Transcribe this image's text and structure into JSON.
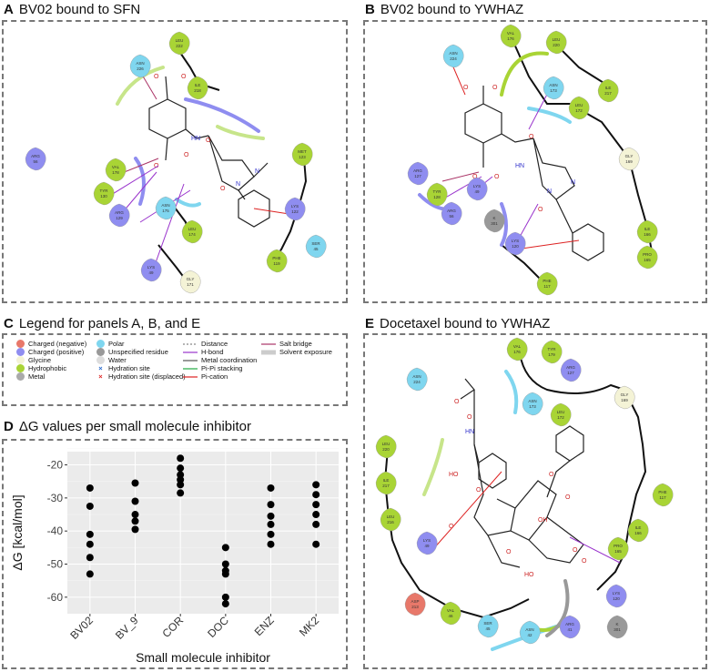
{
  "panels": {
    "A": {
      "letter": "A",
      "title": "BV02 bound to SFN"
    },
    "B": {
      "letter": "B",
      "title": "BV02 bound to YWHAZ"
    },
    "C": {
      "letter": "C",
      "title": "Legend for panels A, B, and E"
    },
    "D": {
      "letter": "D",
      "title": "ΔG values per small molecule inhibitor"
    },
    "E": {
      "letter": "E",
      "title": "Docetaxel bound to YWHAZ"
    }
  },
  "residue_colors": {
    "negative": "#e8786a",
    "positive": "#8f8df0",
    "hydrophobic": "#a9d435",
    "polar": "#7fd6ef",
    "glycine": "#f4f3d6",
    "unspecified": "#999999"
  },
  "residues": {
    "A": [
      {
        "name": "LEU",
        "num": "222",
        "type": "hydrophobic"
      },
      {
        "name": "ASN",
        "num": "226",
        "type": "polar"
      },
      {
        "name": "ILE",
        "num": "218",
        "type": "hydrophobic"
      },
      {
        "name": "ARG",
        "num": "56",
        "type": "positive"
      },
      {
        "name": "VAL",
        "num": "178",
        "type": "hydrophobic"
      },
      {
        "name": "TYR",
        "num": "130",
        "type": "hydrophobic"
      },
      {
        "name": "ARG",
        "num": "129",
        "type": "positive"
      },
      {
        "name": "ASN",
        "num": "175",
        "type": "polar"
      },
      {
        "name": "LEU",
        "num": "174",
        "type": "hydrophobic"
      },
      {
        "name": "MET",
        "num": "123",
        "type": "hydrophobic"
      },
      {
        "name": "LYS",
        "num": "122",
        "type": "positive"
      },
      {
        "name": "SER",
        "num": "45",
        "type": "polar"
      },
      {
        "name": "PHE",
        "num": "119",
        "type": "hydrophobic"
      },
      {
        "name": "LYS",
        "num": "49",
        "type": "positive"
      },
      {
        "name": "GLY",
        "num": "171",
        "type": "glycine"
      }
    ],
    "B": [
      {
        "name": "VAL",
        "num": "176",
        "type": "hydrophobic"
      },
      {
        "name": "LEU",
        "num": "220",
        "type": "hydrophobic"
      },
      {
        "name": "ASN",
        "num": "224",
        "type": "polar"
      },
      {
        "name": "ASN",
        "num": "173",
        "type": "polar"
      },
      {
        "name": "LEU",
        "num": "172",
        "type": "hydrophobic"
      },
      {
        "name": "ILE",
        "num": "217",
        "type": "hydrophobic"
      },
      {
        "name": "GLY",
        "num": "169",
        "type": "glycine"
      },
      {
        "name": "ARG",
        "num": "127",
        "type": "positive"
      },
      {
        "name": "TYR",
        "num": "128",
        "type": "hydrophobic"
      },
      {
        "name": "LYS",
        "num": "49",
        "type": "positive"
      },
      {
        "name": "ARG",
        "num": "56",
        "type": "positive"
      },
      {
        "name": "K",
        "num": "301",
        "type": "unspecified"
      },
      {
        "name": "LYS",
        "num": "120",
        "type": "positive"
      },
      {
        "name": "ILE",
        "num": "166",
        "type": "hydrophobic"
      },
      {
        "name": "PRO",
        "num": "165",
        "type": "hydrophobic"
      },
      {
        "name": "PHE",
        "num": "117",
        "type": "hydrophobic"
      }
    ],
    "E": [
      {
        "name": "VAL",
        "num": "176",
        "type": "hydrophobic"
      },
      {
        "name": "TYR",
        "num": "179",
        "type": "hydrophobic"
      },
      {
        "name": "ARG",
        "num": "127",
        "type": "positive"
      },
      {
        "name": "ASN",
        "num": "224",
        "type": "polar"
      },
      {
        "name": "ASN",
        "num": "173",
        "type": "polar"
      },
      {
        "name": "LEU",
        "num": "172",
        "type": "hydrophobic"
      },
      {
        "name": "GLY",
        "num": "169",
        "type": "glycine"
      },
      {
        "name": "LEU",
        "num": "220",
        "type": "hydrophobic"
      },
      {
        "name": "ILE",
        "num": "217",
        "type": "hydrophobic"
      },
      {
        "name": "LEU",
        "num": "216",
        "type": "hydrophobic"
      },
      {
        "name": "PHE",
        "num": "117",
        "type": "hydrophobic"
      },
      {
        "name": "ILE",
        "num": "166",
        "type": "hydrophobic"
      },
      {
        "name": "PRO",
        "num": "165",
        "type": "hydrophobic"
      },
      {
        "name": "LYS",
        "num": "49",
        "type": "positive"
      },
      {
        "name": "LYS",
        "num": "120",
        "type": "positive"
      },
      {
        "name": "ASP",
        "num": "213",
        "type": "negative"
      },
      {
        "name": "VAL",
        "num": "46",
        "type": "hydrophobic"
      },
      {
        "name": "SER",
        "num": "45",
        "type": "polar"
      },
      {
        "name": "ASN",
        "num": "42",
        "type": "polar"
      },
      {
        "name": "ARG",
        "num": "41",
        "type": "positive"
      },
      {
        "name": "K",
        "num": "301",
        "type": "unspecified"
      }
    ]
  },
  "legend": {
    "residue_types": [
      {
        "label": "Charged (negative)",
        "color": "#e8786a"
      },
      {
        "label": "Charged (positive)",
        "color": "#8f8df0"
      },
      {
        "label": "Glycine",
        "color": "#f4f3d6"
      },
      {
        "label": "Hydrophobic",
        "color": "#a9d435"
      },
      {
        "label": "Metal",
        "color": "#aaaaaa"
      },
      {
        "label": "Polar",
        "color": "#7fd6ef"
      },
      {
        "label": "Unspecified residue",
        "color": "#999999"
      },
      {
        "label": "Water",
        "color": "#dddddd"
      }
    ],
    "hydration": [
      {
        "label": "Hydration site",
        "symbol": "cross-blue"
      },
      {
        "label": "Hydration site (displaced)",
        "symbol": "cross-red"
      }
    ],
    "interactions": [
      {
        "label": "Distance",
        "color": "#888888",
        "style": "dashed"
      },
      {
        "label": "H-bond",
        "color": "#9933cc",
        "style": "arrow"
      },
      {
        "label": "Metal coordination",
        "color": "#555555",
        "style": "solid"
      },
      {
        "label": "Pi-Pi stacking",
        "color": "#22aa44",
        "style": "dot"
      },
      {
        "label": "Pi-cation",
        "color": "#dd2222",
        "style": "dot"
      },
      {
        "label": "Salt bridge",
        "color": "#aa3366",
        "style": "gradient"
      },
      {
        "label": "Solvent exposure",
        "color": "#cccccc",
        "style": "halo"
      }
    ]
  },
  "chart_data": {
    "type": "scatter",
    "xlabel": "Small molecule inhibitor",
    "ylabel": "ΔG [kcal/mol]",
    "categories": [
      "BV02",
      "BV_9",
      "COR",
      "DOC",
      "ENZ",
      "MK2"
    ],
    "ylim": [
      -65,
      -16
    ],
    "yticks": [
      -20,
      -30,
      -40,
      -50,
      -60
    ],
    "ytick_labels": [
      "-20",
      "-30",
      "-40",
      "-50",
      "-60"
    ],
    "grid": true,
    "background": "#ebebeb",
    "points": [
      {
        "cat": "BV02",
        "values": [
          -27,
          -32.5,
          -41,
          -44,
          -48,
          -53
        ]
      },
      {
        "cat": "BV_9",
        "values": [
          -25.5,
          -31,
          -35,
          -37,
          -39.5
        ]
      },
      {
        "cat": "COR",
        "values": [
          -18,
          -21,
          -23,
          -24.5,
          -26,
          -28.5
        ]
      },
      {
        "cat": "DOC",
        "values": [
          -45,
          -50,
          -52,
          -53,
          -60,
          -62
        ]
      },
      {
        "cat": "ENZ",
        "values": [
          -27,
          -32,
          -35.5,
          -38,
          -41,
          -44
        ]
      },
      {
        "cat": "MK2",
        "values": [
          -26,
          -29,
          -32,
          -35,
          -38,
          -44
        ]
      }
    ]
  }
}
